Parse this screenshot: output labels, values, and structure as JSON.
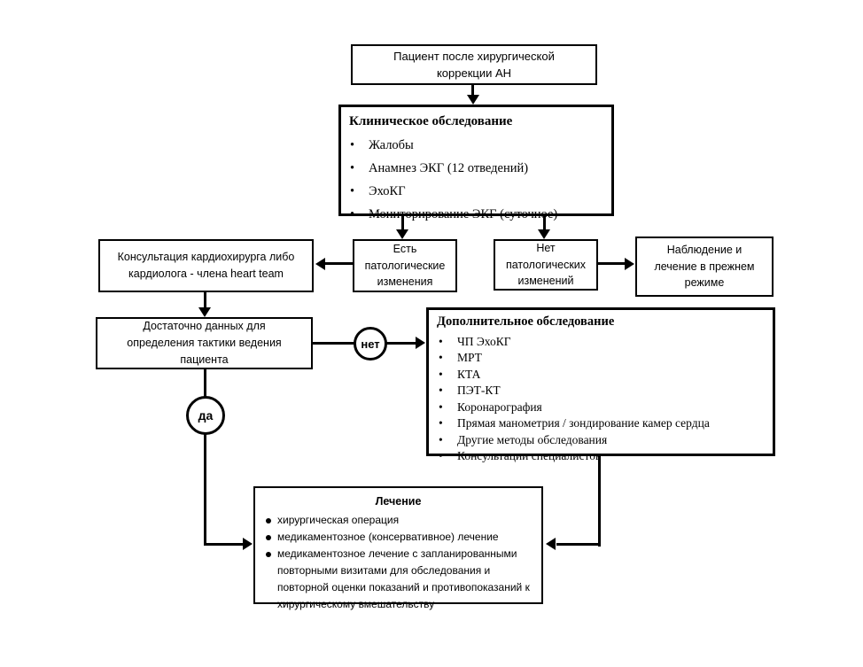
{
  "nodes": {
    "patient": {
      "text": "Пациент после хирургической коррекции АН"
    },
    "clinical": {
      "title": "Клиническое обследование",
      "items": [
        "Жалобы",
        "Анамнез ЭКГ (12 отведений)",
        "ЭхоКГ",
        "Мониторирование ЭКГ (суточное)"
      ]
    },
    "pathological_yes": {
      "text": "Есть патологические изменения"
    },
    "pathological_no": {
      "text": "Нет патологических изменений"
    },
    "observation": {
      "text": "Наблюдение и лечение в прежнем режиме"
    },
    "consultation": {
      "text": "Консультация кардиохирурга либо кардиолога - члена heart team"
    },
    "sufficient_data": {
      "text": "Достаточно данных для определения тактики ведения пациента"
    },
    "decision_no": "нет",
    "decision_yes": "да",
    "additional": {
      "title": "Дополнительное обследование",
      "items": [
        "ЧП ЭхоКГ",
        "МРТ",
        "КТА",
        "ПЭТ-КТ",
        "Коронарография",
        "Прямая манометрия / зондирование камер сердца",
        "Другие методы обследования",
        "Консультации специалистов"
      ]
    },
    "treatment": {
      "title": "Лечение",
      "items": [
        "хирургическая операция",
        "медикаментозное (консервативное) лечение",
        "медикаментозное лечение с запланированными повторными визитами для обследования и повторной оценки показаний и противопоказаний к хирургическому вмешательству"
      ]
    }
  },
  "colors": {
    "line": "#000000",
    "background": "#ffffff",
    "text": "#000000"
  }
}
